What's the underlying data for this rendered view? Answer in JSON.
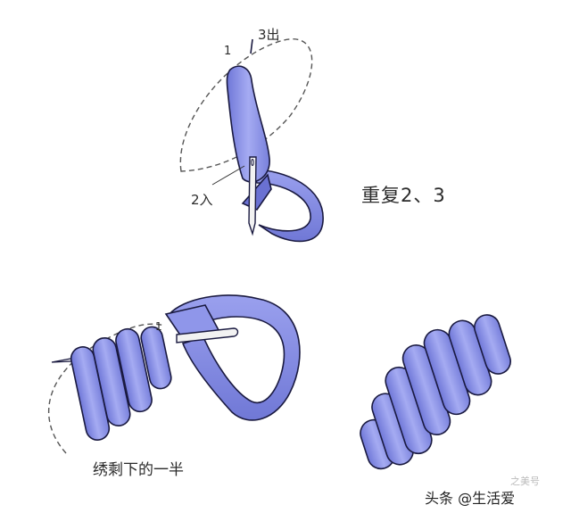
{
  "labels": {
    "step1": "1",
    "step3_out": "3出",
    "step2_in": "2入",
    "repeat": "重复2、3",
    "step1_bottom": "1",
    "embroider_half": "绣剩下的一半"
  },
  "watermark": {
    "text": "头条 @生活爱",
    "seal": "之美号"
  },
  "colors": {
    "ribbon": "#8e95ea",
    "ribbon_dark": "#5f66c6",
    "outline": "#1a1a40",
    "dash": "#555555",
    "needle": "#eeeeee"
  }
}
